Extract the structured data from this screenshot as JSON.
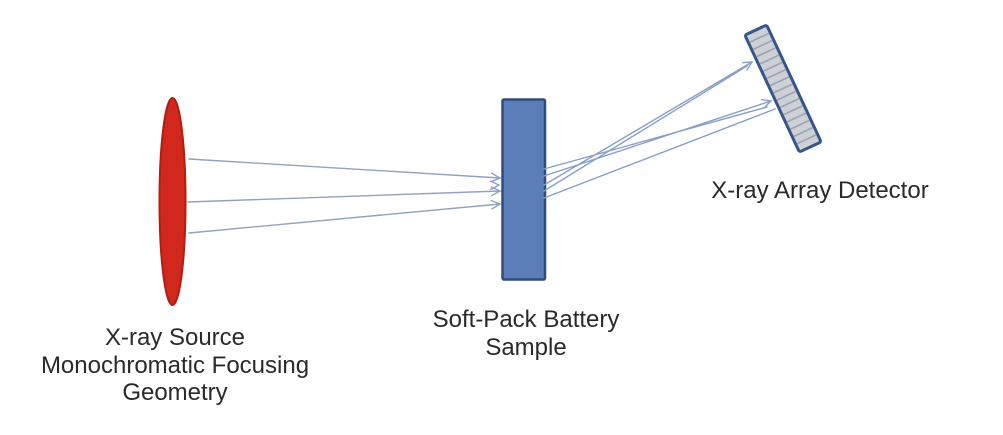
{
  "figure": {
    "source": {
      "label_lines": [
        "X-ray Source",
        "Monochromatic Focusing",
        "Geometry"
      ],
      "fill": "#d2271c",
      "edge": "#b21d12"
    },
    "sample": {
      "label_lines": [
        "Soft-Pack Battery",
        "Sample"
      ],
      "fill": "#5b7db8",
      "border": "#2e4c7e"
    },
    "detector": {
      "label": "X-ray Array Detector",
      "fill": "#cdd0d4",
      "border": "#35568a",
      "segment_line_color": "#98a2b0"
    },
    "rays": {
      "incident_color": "#8fa3bf",
      "scattered_color": "#879fc6"
    },
    "text_color": "#2a2a2a"
  }
}
